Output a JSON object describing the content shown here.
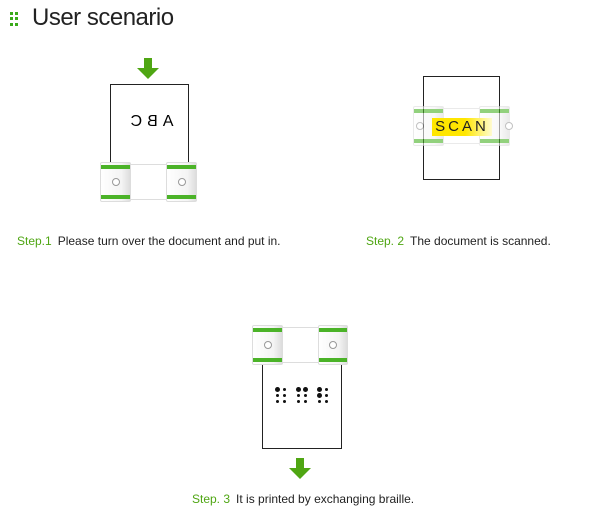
{
  "title": "User scenario",
  "steps": [
    {
      "label": "Step.1",
      "text": "Please turn over the document and put in.",
      "doc_text": "ABC"
    },
    {
      "label": "Step. 2",
      "text": "The document is scanned.",
      "scan_text": "SCAN"
    },
    {
      "label": "Step. 3",
      "text": "It is printed by exchanging braille."
    }
  ],
  "colors": {
    "accent": "#4fa613",
    "scan_highlight": "#ffe600"
  }
}
